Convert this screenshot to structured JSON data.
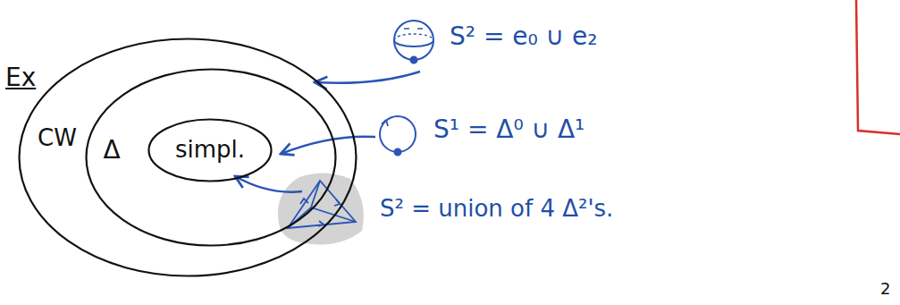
{
  "diagram": {
    "nodes": [
      {
        "text": [
          "CW"
        ]
      },
      {
        "text": [
          "Δ"
        ],
        "in": 0
      },
      {
        "text": [
          "simpl."
        ],
        "in": 1
      }
    ],
    "labels": [
      "Ex",
      "S² = e₀ ∪ e₂",
      "S¹ = Δ⁰ ∪ Δ¹",
      "S² = union of 4 Δ²'s.",
      "2"
    ]
  }
}
